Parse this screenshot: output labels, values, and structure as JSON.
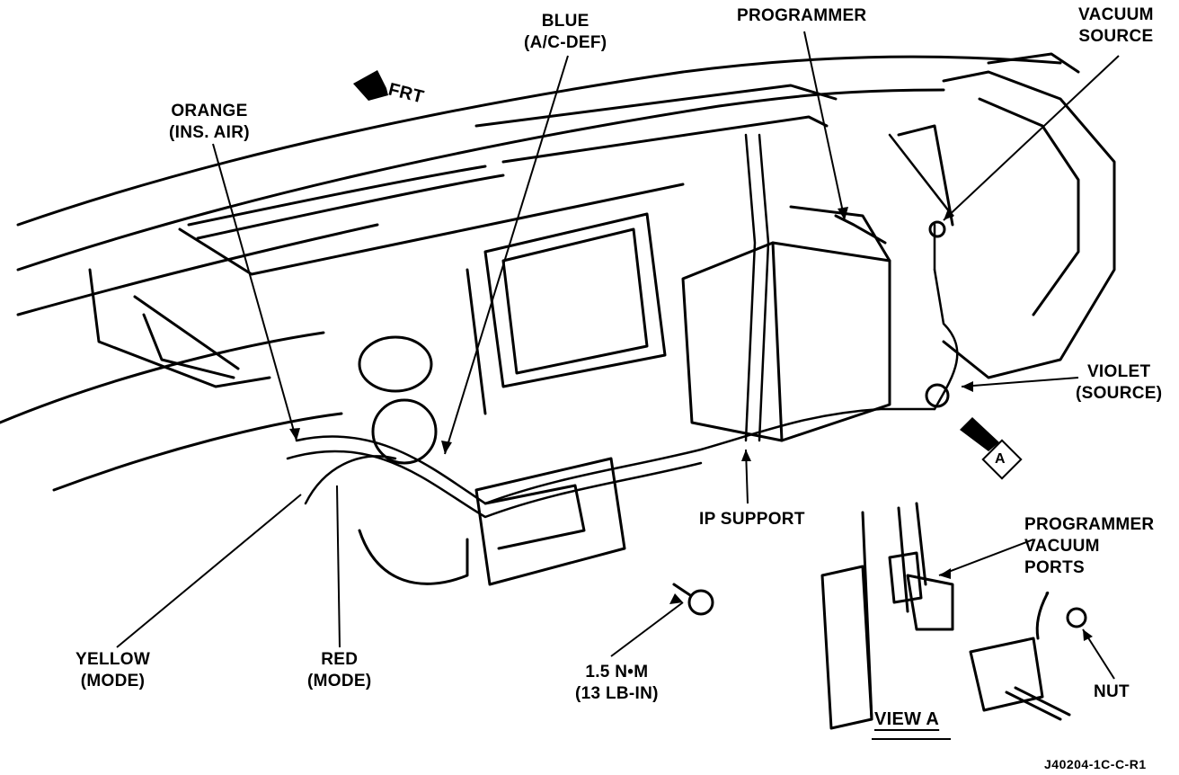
{
  "labels": {
    "blue": [
      "BLUE",
      "(A/C-DEF)"
    ],
    "programmer": "PROGRAMMER",
    "vacuum_source": [
      "VACUUM",
      "SOURCE"
    ],
    "frt": "FRT",
    "orange": [
      "ORANGE",
      "(INS. AIR)"
    ],
    "violet": [
      "VIOLET",
      "(SOURCE)"
    ],
    "view_a_marker": "A",
    "ip_support": "IP SUPPORT",
    "programmer_vacuum_ports": [
      "PROGRAMMER",
      "VACUUM",
      "PORTS"
    ],
    "yellow": [
      "YELLOW",
      "(MODE)"
    ],
    "red": [
      "RED",
      "(MODE)"
    ],
    "torque": [
      "1.5 N•M",
      "(13 LB-IN)"
    ],
    "nut": "NUT",
    "view_a": "VIEW A",
    "figure_id": "J40204-1C-C-R1"
  }
}
